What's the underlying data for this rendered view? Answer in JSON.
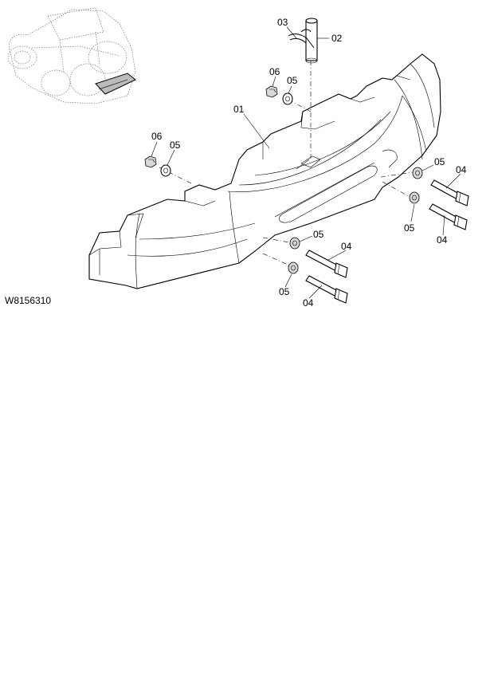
{
  "diagram": {
    "figure_code": "W8156310",
    "callouts": [
      "01",
      "02",
      "03",
      "04",
      "04",
      "04",
      "04",
      "05",
      "05",
      "05",
      "05",
      "05",
      "05",
      "06",
      "06"
    ]
  }
}
